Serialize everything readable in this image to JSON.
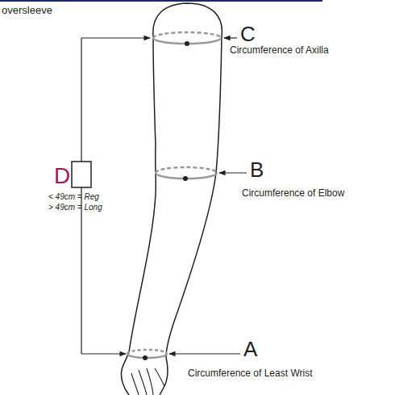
{
  "diagram": {
    "labels": [
      "oversleeve",
      "C",
      "Circumference of Axilla",
      "D",
      "< 49cm = Reg",
      "> 49cm = Long",
      "B",
      "Circumference of Elbow",
      "A",
      "Circumference of Least Wrist"
    ]
  }
}
